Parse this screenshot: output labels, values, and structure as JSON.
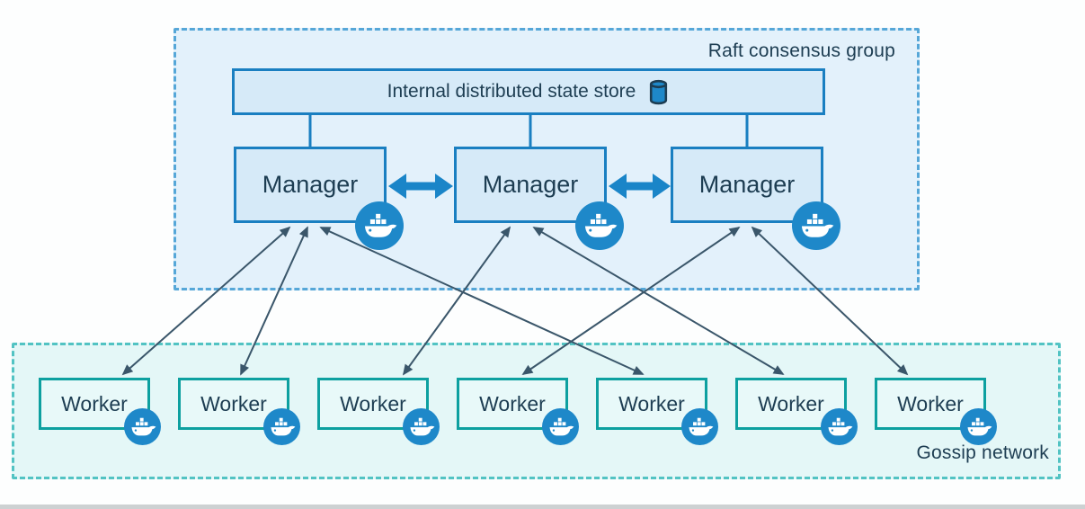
{
  "raft_group": {
    "label": "Raft consensus group"
  },
  "gossip_network": {
    "label": "Gossip network"
  },
  "state_store": {
    "label": "Internal distributed state store",
    "icon": "database-cylinder-icon"
  },
  "managers": [
    {
      "label": "Manager",
      "badge_icon": "docker-whale-icon"
    },
    {
      "label": "Manager",
      "badge_icon": "docker-whale-icon"
    },
    {
      "label": "Manager",
      "badge_icon": "docker-whale-icon"
    }
  ],
  "workers": [
    {
      "label": "Worker",
      "badge_icon": "docker-whale-icon"
    },
    {
      "label": "Worker",
      "badge_icon": "docker-whale-icon"
    },
    {
      "label": "Worker",
      "badge_icon": "docker-whale-icon"
    },
    {
      "label": "Worker",
      "badge_icon": "docker-whale-icon"
    },
    {
      "label": "Worker",
      "badge_icon": "docker-whale-icon"
    },
    {
      "label": "Worker",
      "badge_icon": "docker-whale-icon"
    },
    {
      "label": "Worker",
      "badge_icon": "docker-whale-icon"
    }
  ],
  "connections": {
    "state_store_to_managers": [
      "manager-1",
      "manager-2",
      "manager-3"
    ],
    "manager_peer_links": [
      {
        "between": [
          "manager-1",
          "manager-2"
        ],
        "style": "thick-double-arrow"
      },
      {
        "between": [
          "manager-2",
          "manager-3"
        ],
        "style": "thick-double-arrow"
      }
    ],
    "manager_worker_links": [
      {
        "from": "manager-1",
        "to": "worker-1",
        "style": "thin-double-arrow"
      },
      {
        "from": "manager-1",
        "to": "worker-2",
        "style": "thin-double-arrow"
      },
      {
        "from": "manager-1",
        "to": "worker-5",
        "style": "thin-double-arrow"
      },
      {
        "from": "manager-2",
        "to": "worker-3",
        "style": "thin-double-arrow"
      },
      {
        "from": "manager-2",
        "to": "worker-6",
        "style": "thin-double-arrow"
      },
      {
        "from": "manager-3",
        "to": "worker-4",
        "style": "thin-double-arrow"
      },
      {
        "from": "manager-3",
        "to": "worker-7",
        "style": "thin-double-arrow"
      }
    ]
  },
  "colors": {
    "raft_fill": "#e3f1fb",
    "raft_border": "#56a7d8",
    "gossip_fill": "#e4f7f7",
    "gossip_border": "#52c3c3",
    "blue_node_fill": "#d6eaf8",
    "blue_node_border": "#1a7fc1",
    "worker_fill": "#e8f9f9",
    "worker_border": "#0da0a0",
    "docker_badge": "#1e88c9",
    "thick_arrow": "#1a85c8",
    "thin_arrow": "#3a566a",
    "text": "#1d3d52"
  }
}
